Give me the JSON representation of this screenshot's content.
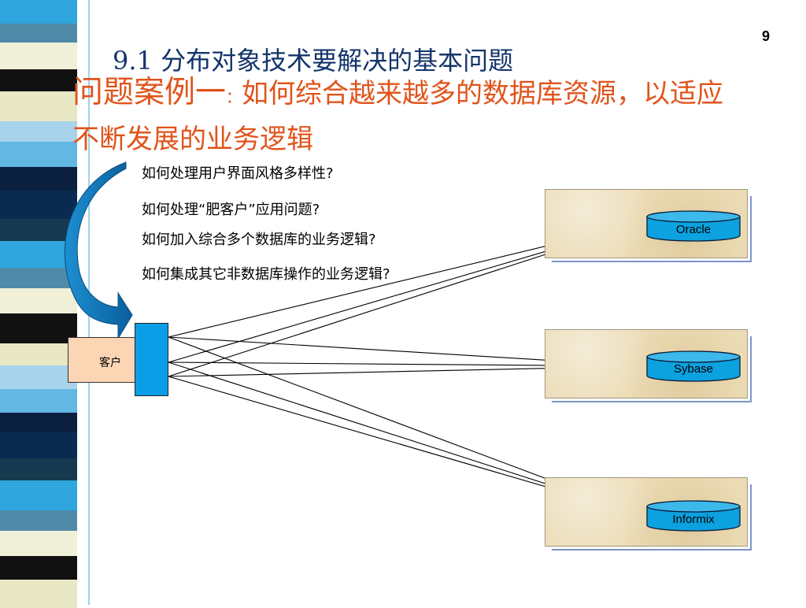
{
  "page_number": "9",
  "title": "9.1 分布对象技术要解决的基本问题",
  "subtitle": {
    "big": "问题案例一",
    "separator": "：",
    "rest": "如何综合越来越多的数据库资源，以适应不断发展的业务逻辑"
  },
  "questions": [
    "如何处理用户界面风格多样性?",
    "如何处理“肥客户”应用问题?",
    "如何加入综合多个数据库的业务逻辑?",
    "如何集成其它非数据库操作的业务逻辑?"
  ],
  "client_label": "客户",
  "databases": [
    "Oracle",
    "Sybase",
    "Informix"
  ],
  "colors": {
    "title": "#14346b",
    "subtitle": "#e0541b",
    "connector": "#0b9ee6",
    "database": "#0ba2df",
    "client_box": "#fcd5b4",
    "panel": "#ecdcb6"
  }
}
